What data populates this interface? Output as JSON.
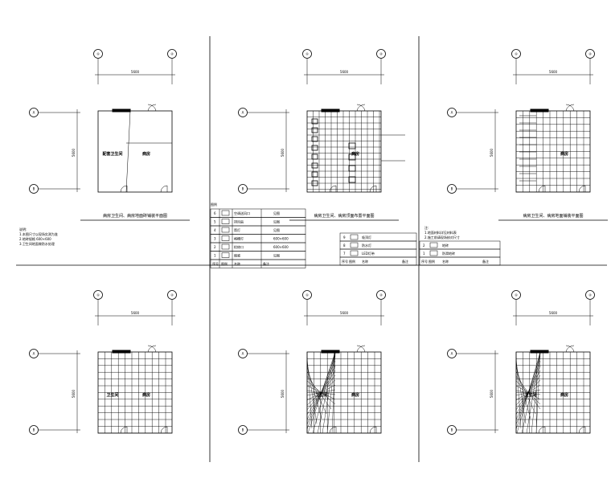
{
  "sheet": {
    "panels": [
      {
        "id": "p1",
        "grid_top": [
          "①",
          "②"
        ],
        "grid_left": [
          "A",
          "B"
        ],
        "dim_top": "5600",
        "dim_left": "5600",
        "rooms": [
          "配套卫生间",
          "病房"
        ],
        "title": "病房卫生间、病房地面砖铺装平面图"
      },
      {
        "id": "p2",
        "grid_top": [
          "①",
          "②"
        ],
        "grid_left": [
          "A",
          "B"
        ],
        "dim_top": "5600",
        "dim_left": "5600",
        "rooms": [
          "病房"
        ],
        "title": "病房卫生间、病房顶面布置平面图"
      },
      {
        "id": "p3",
        "grid_top": [
          "①",
          "②"
        ],
        "grid_left": [
          "A",
          "B"
        ],
        "dim_top": "5600",
        "dim_left": "5600",
        "rooms": [
          "病房"
        ],
        "title": "病房卫生间、病房地面铺装平面图"
      },
      {
        "id": "p4",
        "grid_top": [
          "①",
          "②"
        ],
        "grid_left": [
          "A",
          "B"
        ],
        "dim_top": "5600",
        "dim_left": "5600",
        "rooms": [
          "卫生间",
          "病房"
        ]
      },
      {
        "id": "p5",
        "grid_top": [
          "①",
          "②"
        ],
        "grid_left": [
          "A",
          "B"
        ],
        "dim_top": "5600",
        "dim_left": "5600",
        "rooms": [
          "卫生间",
          "病房"
        ]
      },
      {
        "id": "p6",
        "grid_top": [
          "①",
          "②"
        ],
        "grid_left": [
          "A",
          "B"
        ],
        "dim_top": "5600",
        "dim_left": "5600",
        "rooms": [
          "卫生间",
          "病房"
        ]
      }
    ],
    "legend": {
      "header": "图例",
      "columns": [
        "序号",
        "图例",
        "名称",
        "备注"
      ],
      "rows": [
        [
          "6",
          "",
          "空调送风口",
          "见图"
        ],
        [
          "5",
          "",
          "排风扇",
          "见图"
        ],
        [
          "4",
          "",
          "筒灯",
          "见图"
        ],
        [
          "3",
          "",
          "格栅灯",
          "600×600"
        ],
        [
          "2",
          "",
          "检修口",
          "600×600"
        ],
        [
          "1",
          "",
          "烟感",
          "见图"
        ]
      ],
      "table2_rows": [
        [
          "9",
          "",
          "吸顶灯"
        ],
        [
          "8",
          "",
          "防水灯"
        ],
        [
          "7",
          "",
          "LED灯带"
        ]
      ],
      "table3_rows": [
        [
          "2",
          "",
          "地砖"
        ],
        [
          "1",
          "",
          "防滑地砖"
        ]
      ]
    },
    "notes_p1": [
      "说明:",
      "1.本图尺寸以现场实测为准",
      "2.地砖规格 600×600",
      "3.卫生间地面做防水处理"
    ],
    "notes_p3": [
      "注:",
      "1.地面材料详见材料表",
      "2.施工前请现场核对尺寸"
    ]
  }
}
